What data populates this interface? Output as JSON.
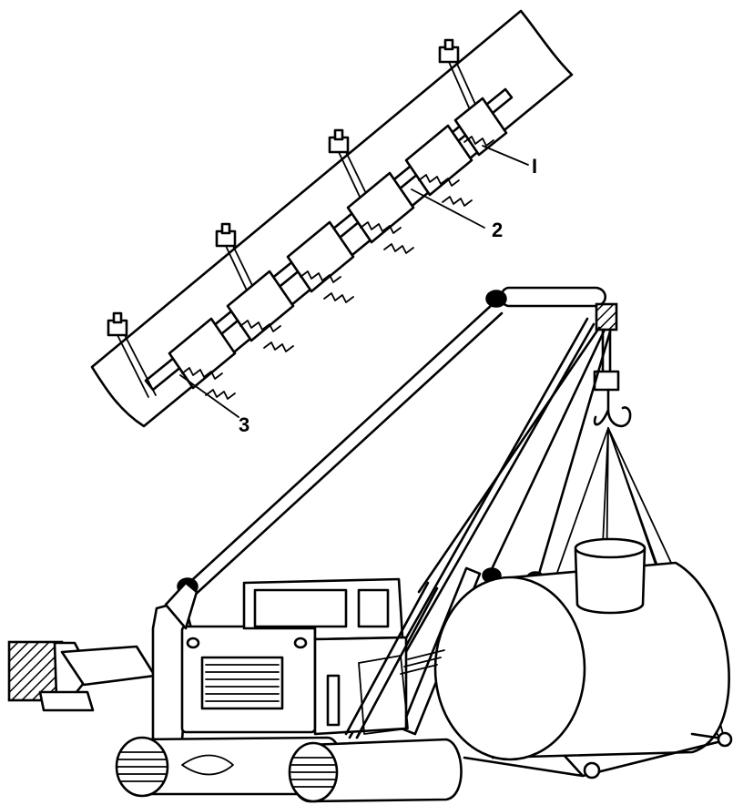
{
  "callouts": {
    "part_1": "I",
    "part_2": "2",
    "part_3": "3"
  },
  "colors": {
    "ink": "#000000",
    "paper": "#ffffff"
  }
}
